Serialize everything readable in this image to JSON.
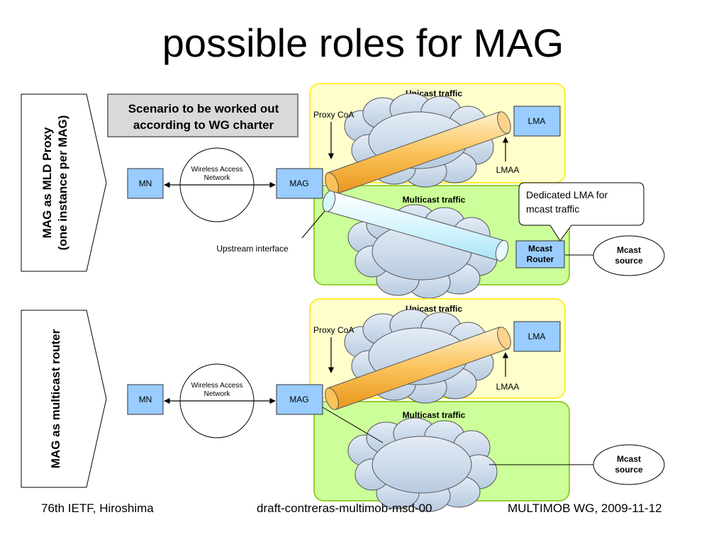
{
  "slide": {
    "title": "possible roles for MAG",
    "footer": {
      "left": "76th IETF, Hiroshima",
      "center": "draft-contreras-multimob-msd-00",
      "right": "MULTIMOB WG, 2009-11-12"
    }
  },
  "top": {
    "side_label_1": "MAG as MLD Proxy",
    "side_label_2": "(one instance per MAG)",
    "note_line_1": "Scenario to be worked out",
    "note_line_2": "according to WG charter",
    "unicast_label": "Unicast traffic",
    "multicast_label": "Multicast traffic",
    "proxy_coa": "Proxy CoA",
    "lma": "LMA",
    "lmaa": "LMAA",
    "mn": "MN",
    "mag": "MAG",
    "wan_line_1": "Wireless Access",
    "wan_line_2": "Network",
    "upstream": "Upstream interface",
    "callout_line_1": "Dedicated LMA for",
    "callout_line_2": "mcast traffic",
    "mcast_router_1": "Mcast",
    "mcast_router_2": "Router",
    "mcast_source_1": "Mcast",
    "mcast_source_2": "source"
  },
  "bottom": {
    "side_label": "MAG as multicast router",
    "unicast_label": "Unicast traffic",
    "multicast_label": "Multicast traffic",
    "proxy_coa": "Proxy CoA",
    "lma": "LMA",
    "lmaa": "LMAA",
    "mn": "MN",
    "mag": "MAG",
    "wan_line_1": "Wireless Access",
    "wan_line_2": "Network",
    "mcast_source_1": "Mcast",
    "mcast_source_2": "source"
  },
  "colors": {
    "unicast_fill": "#ffffcc",
    "unicast_border": "#ffee33",
    "multicast_fill": "#ccff99",
    "multicast_border": "#99cc33",
    "node_fill": "#99ccff",
    "cloud_fill": "#c8d8ea",
    "note_fill": "#d9d9d9",
    "tunnel_orange": "#f5a623",
    "tunnel_cyan": "#ccf2ff"
  }
}
